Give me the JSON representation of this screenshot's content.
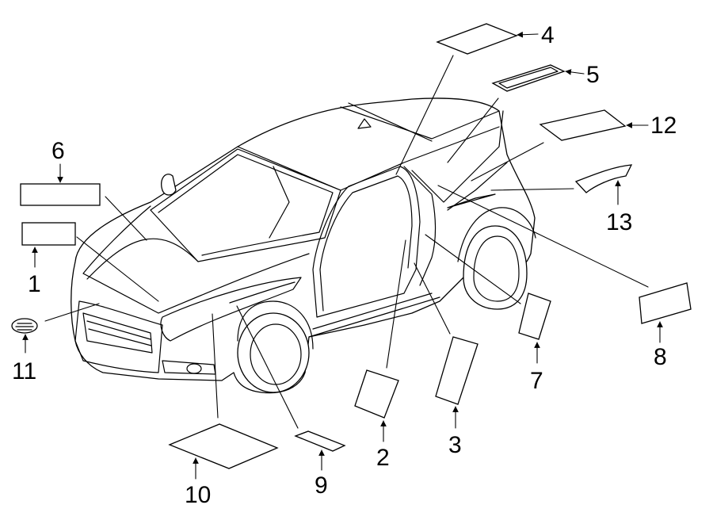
{
  "callouts": [
    {
      "id": "1",
      "text": "1"
    },
    {
      "id": "2",
      "text": "2"
    },
    {
      "id": "3",
      "text": "3"
    },
    {
      "id": "4",
      "text": "4"
    },
    {
      "id": "5",
      "text": "5"
    },
    {
      "id": "6",
      "text": "6"
    },
    {
      "id": "7",
      "text": "7"
    },
    {
      "id": "8",
      "text": "8"
    },
    {
      "id": "9",
      "text": "9"
    },
    {
      "id": "10",
      "text": "10"
    },
    {
      "id": "11",
      "text": "11"
    },
    {
      "id": "12",
      "text": "12"
    },
    {
      "id": "13",
      "text": "13"
    }
  ]
}
